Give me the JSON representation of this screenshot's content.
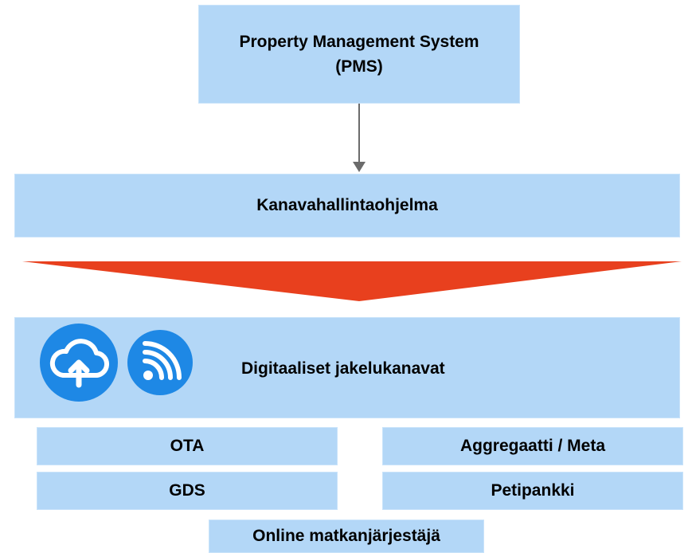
{
  "pms": {
    "line1": "Property Management System",
    "line2": "(PMS)"
  },
  "channel_manager": {
    "label": "Kanavahallintaohjelma"
  },
  "digital_channels": {
    "label": "Digitaaliset jakelukanavat",
    "icons": [
      "cloud-upload-icon",
      "rss-feed-icon"
    ]
  },
  "channels": {
    "ota": "OTA",
    "aggregator": "Aggregaatti / Meta",
    "gds": "GDS",
    "bedbank": "Petipankki",
    "tour_operator": "Online matkanjärjestäjä"
  },
  "colors": {
    "box_fill": "#b3d7f7",
    "funnel": "#e8401e",
    "icon_circle": "#1e88e5",
    "arrow": "#6b6b6b"
  }
}
